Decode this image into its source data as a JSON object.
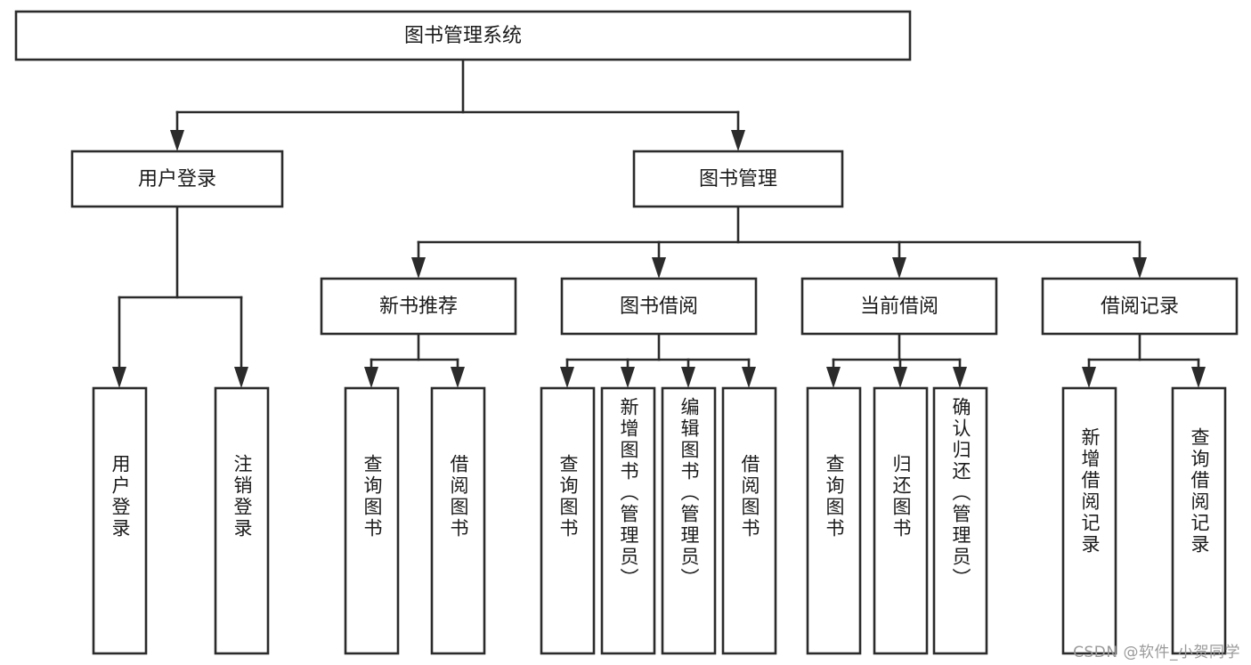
{
  "diagram": {
    "title": "图书管理系统",
    "type": "tree-hierarchy-chart",
    "orientation": "top-down",
    "colors": {
      "background": "#ffffff",
      "node_fill": "#ffffff",
      "node_stroke": "#2b2b2b",
      "text": "#1b1b1b",
      "watermark": "#9a9a9a"
    },
    "root": {
      "label": "图书管理系统"
    },
    "level2": [
      {
        "label": "用户登录"
      },
      {
        "label": "图书管理"
      }
    ],
    "level3": [
      {
        "label": "新书推荐"
      },
      {
        "label": "图书借阅"
      },
      {
        "label": "当前借阅"
      },
      {
        "label": "借阅记录"
      }
    ],
    "leaves": {
      "user_login": [
        {
          "label": "用户登录"
        },
        {
          "label": "注销登录"
        }
      ],
      "new_book_recommend": [
        {
          "label": "查询图书"
        },
        {
          "label": "借阅图书"
        }
      ],
      "book_borrow": [
        {
          "label": "查询图书"
        },
        {
          "label": "新增图书（管理员）"
        },
        {
          "label": "编辑图书（管理员）"
        },
        {
          "label": "借阅图书"
        }
      ],
      "current_borrow": [
        {
          "label": "查询图书"
        },
        {
          "label": "归还图书"
        },
        {
          "label": "确认归还（管理员）"
        }
      ],
      "borrow_record": [
        {
          "label": "新增借阅记录"
        },
        {
          "label": "查询借阅记录"
        }
      ]
    }
  },
  "watermark": {
    "text": "CSDN @软件_小贺同学"
  }
}
